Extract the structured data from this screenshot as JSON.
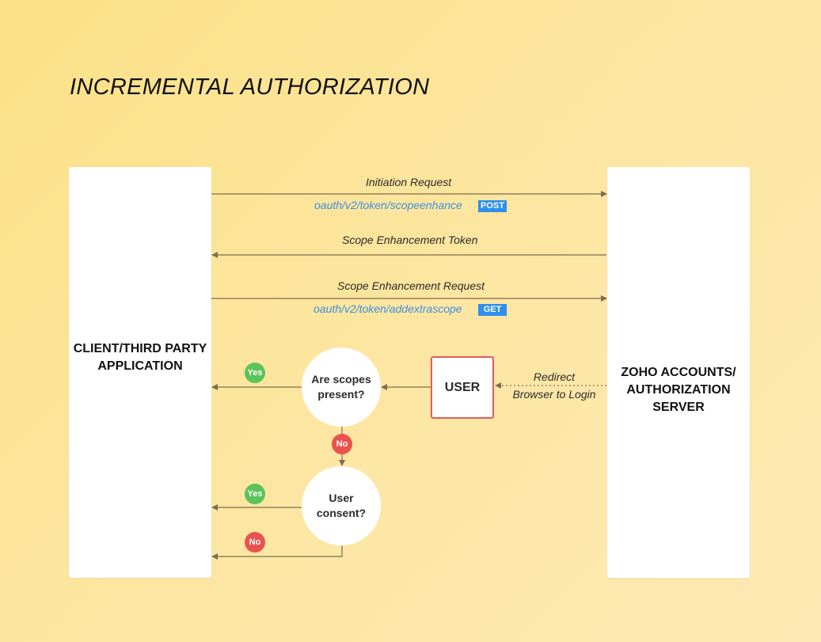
{
  "title": "INCREMENTAL AUTHORIZATION",
  "client": {
    "label": "CLIENT/THIRD PARTY APPLICATION"
  },
  "server": {
    "label": "ZOHO ACCOUNTS/ AUTHORIZATION SERVER"
  },
  "flows": {
    "initiation": {
      "label": "Initiation Request",
      "url": "oauth/v2/token/scopeenhance",
      "method": "POST"
    },
    "token": {
      "label": "Scope Enhancement Token"
    },
    "enhancement": {
      "label": "Scope Enhancement Request",
      "url": "oauth/v2/token/addextrascope",
      "method": "GET"
    },
    "redirect": {
      "line1": "Redirect",
      "line2": "Browser to Login"
    }
  },
  "user": {
    "label": "USER"
  },
  "decisions": {
    "scopes": {
      "line1": "Are scopes",
      "line2": "present?"
    },
    "consent": {
      "line1": "User",
      "line2": "consent?"
    }
  },
  "badges": {
    "yes": "Yes",
    "no": "No"
  },
  "colors": {
    "accent_blue": "#2f8fec",
    "yes_green": "#5cc25a",
    "no_red": "#e9534f",
    "line": "#7d6e4e"
  }
}
